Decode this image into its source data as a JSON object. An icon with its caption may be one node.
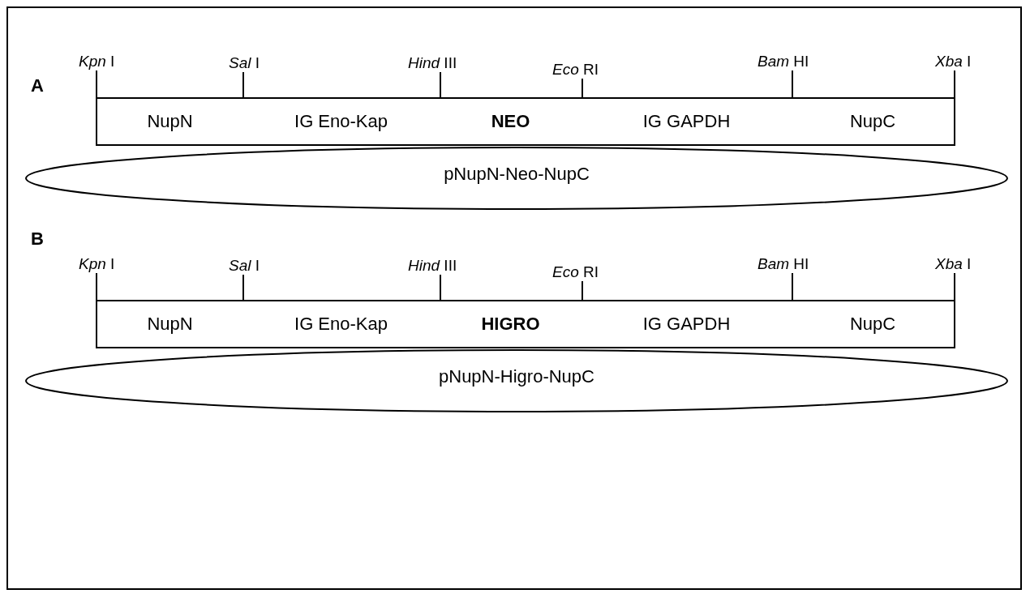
{
  "diagram": {
    "nodes": [
      {
        "text": [
          "*Kpn* I"
        ]
      },
      {
        "text": [
          "*Sal* I"
        ]
      },
      {
        "text": [
          "*Hind* III"
        ]
      },
      {
        "text": [
          "*Eco* RI"
        ]
      },
      {
        "text": [
          "*Bam* HI"
        ]
      },
      {
        "text": [
          "*Xba* I"
        ]
      },
      {
        "text": [
          "pNupN-Neo-NupC"
        ]
      },
      {
        "text": [
          "NupN"
        ]
      },
      {
        "text": [
          "IG Eno-Kap"
        ]
      },
      {
        "text": [
          "NEO"
        ]
      },
      {
        "text": [
          "IG GAPDH"
        ]
      },
      {
        "text": [
          "NupC"
        ]
      },
      {
        "text": [
          "*Kpn* I"
        ]
      },
      {
        "text": [
          "*Sal* I"
        ]
      },
      {
        "text": [
          "*Hind* III"
        ]
      },
      {
        "text": [
          "*Eco* RI"
        ]
      },
      {
        "text": [
          "*Bam* HI"
        ]
      },
      {
        "text": [
          "*Xba* I"
        ]
      },
      {
        "text": [
          "pNupN-Higro-NupC"
        ]
      },
      {
        "text": [
          "NupN"
        ]
      },
      {
        "text": [
          "IG Eno-Kap"
        ]
      },
      {
        "text": [
          "HIGRO"
        ]
      },
      {
        "text": [
          "IG GAPDH"
        ]
      },
      {
        "text": [
          "NupC"
        ]
      }
    ],
    "edges": [
      {
        "from": 0,
        "to": 7,
        "arrow": "none"
      },
      {
        "from": 1,
        "to": 7,
        "arrow": "none"
      },
      {
        "from": 2,
        "to": 9,
        "arrow": "none"
      },
      {
        "from": 3,
        "to": 9,
        "arrow": "none"
      },
      {
        "from": 4,
        "to": 11,
        "arrow": "none"
      },
      {
        "from": 5,
        "to": 11,
        "arrow": "none"
      },
      {
        "from": 12,
        "to": 19,
        "arrow": "none"
      },
      {
        "from": 13,
        "to": 19,
        "arrow": "none"
      },
      {
        "from": 14,
        "to": 21,
        "arrow": "none"
      },
      {
        "from": 15,
        "to": 21,
        "arrow": "none"
      },
      {
        "from": 16,
        "to": 23,
        "arrow": "none"
      },
      {
        "from": 17,
        "to": 23,
        "arrow": "none"
      }
    ],
    "labels": [
      "A",
      "B"
    ]
  }
}
